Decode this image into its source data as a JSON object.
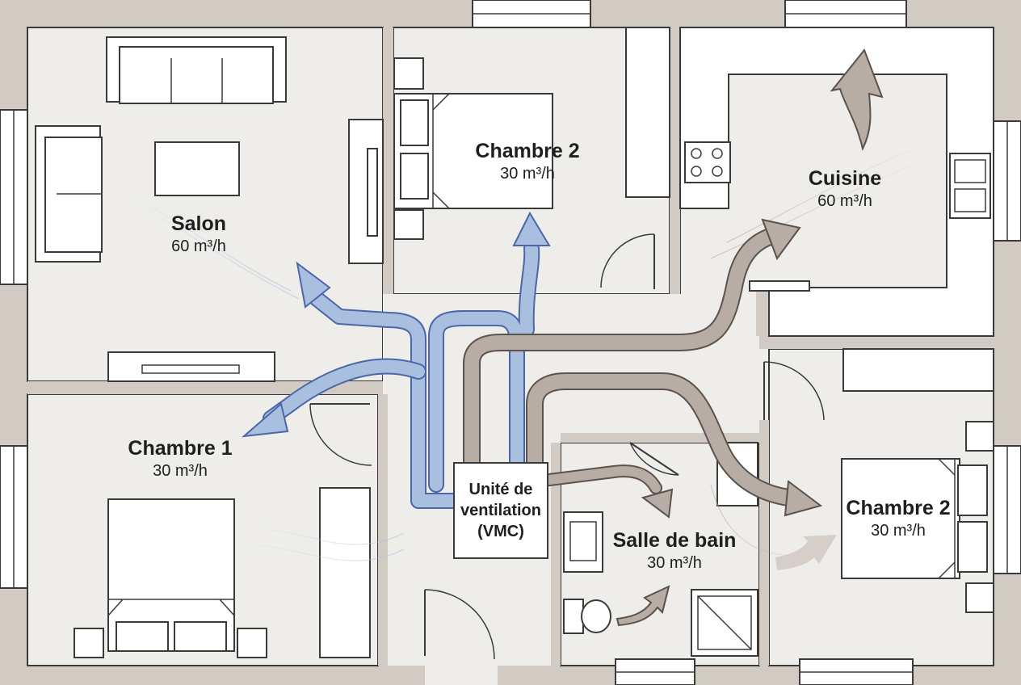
{
  "rooms": {
    "salon": {
      "name": "Salon",
      "rate": "60 m³/h"
    },
    "chambre1": {
      "name": "Chambre 1",
      "rate": "30 m³/h"
    },
    "chambre2_top": {
      "name": "Chambre 2",
      "rate": "30 m³/h"
    },
    "cuisine": {
      "name": "Cuisine",
      "rate": "60 m³/h"
    },
    "salle_de_bain": {
      "name": "Salle de bain",
      "rate": "30 m³/h"
    },
    "chambre2_right": {
      "name": "Chambre 2",
      "rate": "30 m³/h"
    }
  },
  "unit": {
    "label": "Unité de\nventilation\n(VMC)"
  },
  "colors": {
    "supply_duct": "#a9bfe0",
    "supply_outline": "#4a67a8",
    "extract_duct": "#b7ada4",
    "extract_outline": "#5a524c",
    "wall": "#d2cbc3",
    "floor": "#efedea"
  }
}
